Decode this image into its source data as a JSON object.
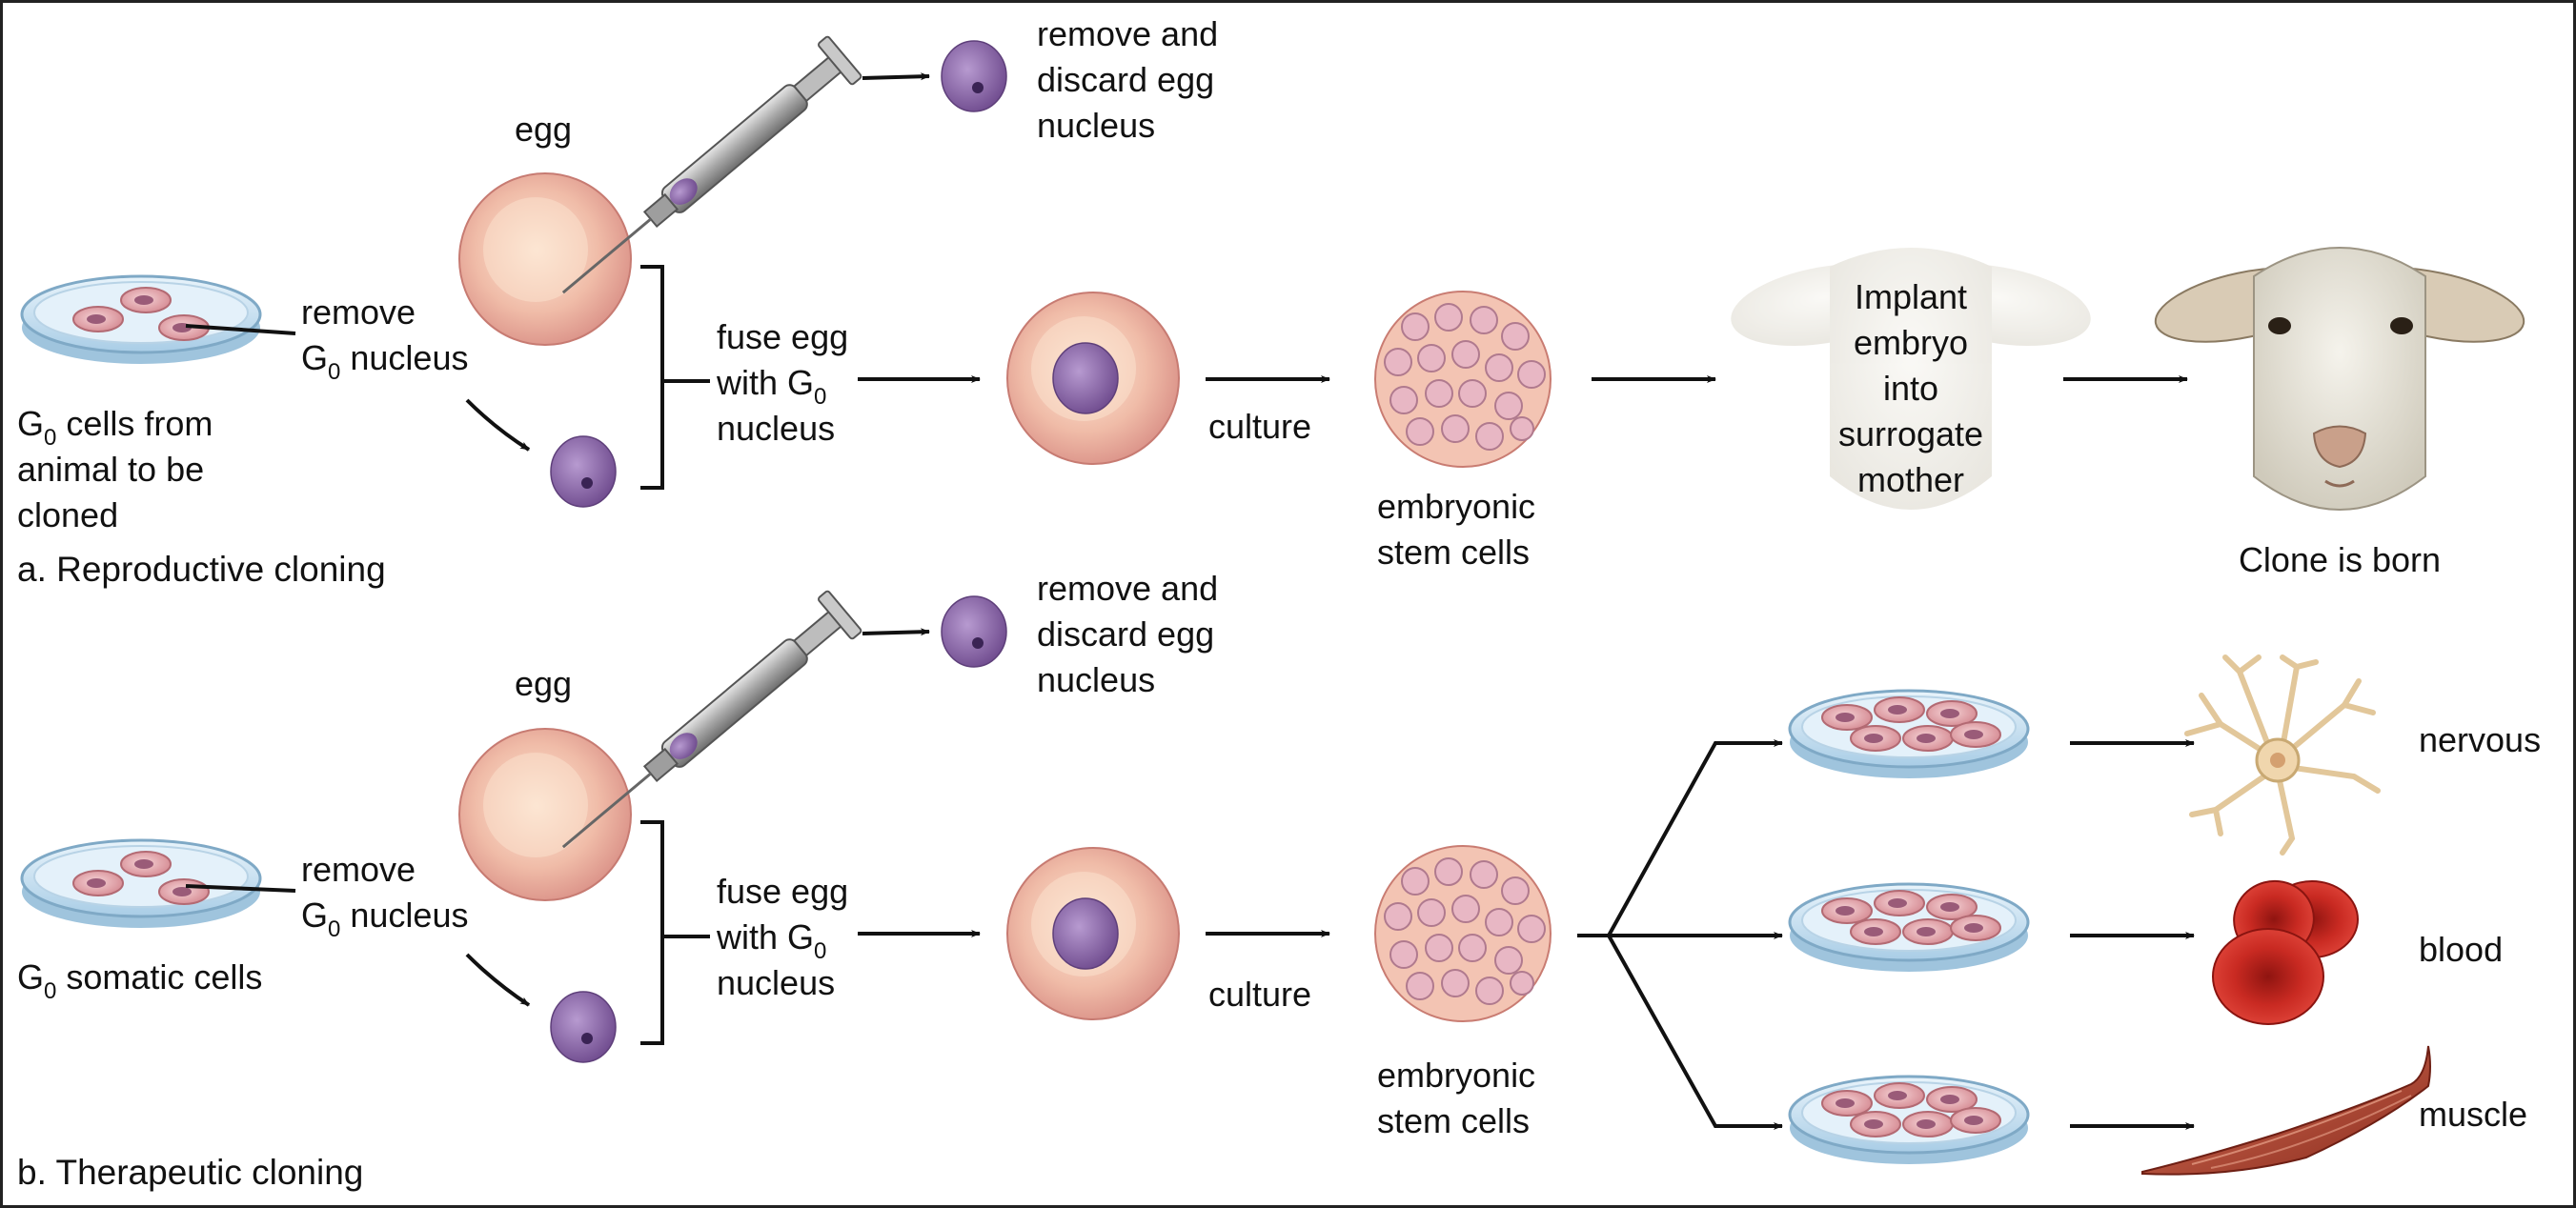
{
  "panel_a": {
    "title": "a. Reproductive cloning",
    "egg_label": "egg",
    "remove_label_line1": "remove and",
    "remove_label_line2": "discard egg",
    "remove_label_line3": "nucleus",
    "remove_g0_line1": "remove",
    "remove_g0_line2_prefix": "G",
    "remove_g0_line2_sub": "0",
    "remove_g0_line2_suffix": " nucleus",
    "source_line1_prefix": "G",
    "source_line1_sub": "0",
    "source_line1_suffix": " cells from",
    "source_line2": "animal to be",
    "source_line3": "cloned",
    "fuse_line1": "fuse egg",
    "fuse_line2_prefix": "with G",
    "fuse_line2_sub": "0",
    "fuse_line3": "nucleus",
    "culture_label": "culture",
    "stem_line1": "embryonic",
    "stem_line2": "stem cells",
    "implant_line1": "Implant",
    "implant_line2": "embryo",
    "implant_line3": "into",
    "implant_line4": "surrogate",
    "implant_line5": "mother",
    "clone_label": "Clone is born"
  },
  "panel_b": {
    "title": "b. Therapeutic cloning",
    "egg_label": "egg",
    "remove_label_line1": "remove and",
    "remove_label_line2": "discard egg",
    "remove_label_line3": "nucleus",
    "remove_g0_line1": "remove",
    "remove_g0_line2_prefix": "G",
    "remove_g0_line2_sub": "0",
    "remove_g0_line2_suffix": " nucleus",
    "source_line1_prefix": "G",
    "source_line1_sub": "0",
    "source_line1_suffix": " somatic cells",
    "fuse_line1": "fuse egg",
    "fuse_line2_prefix": "with G",
    "fuse_line2_sub": "0",
    "fuse_line3": "nucleus",
    "culture_label": "culture",
    "stem_line1": "embryonic",
    "stem_line2": "stem cells",
    "outputs": [
      "nervous",
      "blood",
      "muscle"
    ]
  },
  "colors": {
    "egg": "#f2c2ad",
    "nucleus": "#8e6aa8",
    "dish": "#cfe3f0",
    "cell": "#d98c8f",
    "blood": "#c82a22",
    "muscle": "#b2432d",
    "goat": "#e9e6dc"
  }
}
